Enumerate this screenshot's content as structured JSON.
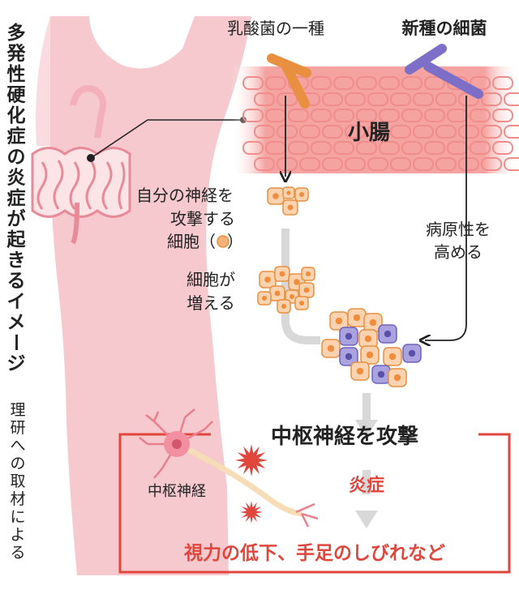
{
  "title_vertical": "多発性硬化症の炎症が起きるイメージ",
  "source_vertical": "理研への取材による",
  "labels": {
    "lactic_bacteria": "乳酸菌の一種",
    "new_bacteria": "新種の細菌",
    "small_intestine": "小腸",
    "attack_cells_line1": "自分の神経を",
    "attack_cells_line2": "攻撃する",
    "attack_cells_line3": "細胞（",
    "attack_cells_close": "）",
    "increase_line1": "細胞が",
    "increase_line2": "増える",
    "pathogenic_line1": "病原性を",
    "pathogenic_line2": "高める",
    "box_title": "中枢神経を攻撃",
    "neuron": "中枢神経",
    "inflammation": "炎症",
    "symptoms": "視力の低下、手足のしびれなど"
  },
  "colors": {
    "body_pink": "#f6c9cf",
    "intestine_band": "#f08c8c",
    "lactic_orange": "#e8903f",
    "new_purple": "#7d6fc7",
    "cell_orange": "#f6b27a",
    "cell_purple": "#8b83cf",
    "accent_red": "#e0463c",
    "arrow_gray": "#d4d4d4"
  }
}
